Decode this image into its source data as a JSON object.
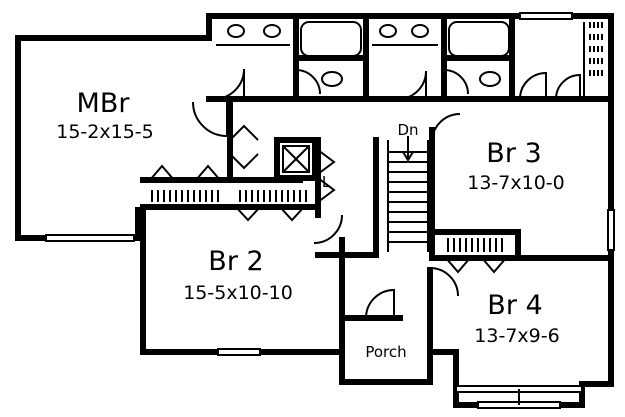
{
  "rooms": {
    "mbr": {
      "name": "MBr",
      "size": "15-2x15-5"
    },
    "br2": {
      "name": "Br 2",
      "size": "15-5x10-10"
    },
    "br3": {
      "name": "Br 3",
      "size": "13-7x10-0"
    },
    "br4": {
      "name": "Br 4",
      "size": "13-7x9-6"
    },
    "porch": {
      "name": "Porch"
    }
  },
  "labels": {
    "stair_dn": "Dn",
    "linen": "L"
  }
}
